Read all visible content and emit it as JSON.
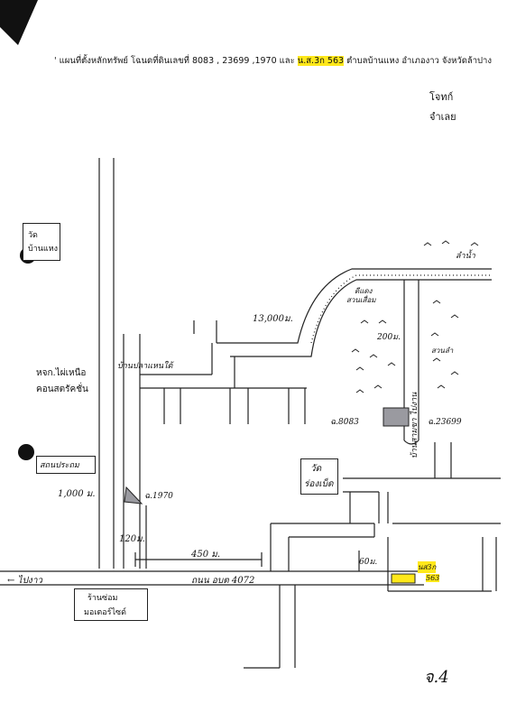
{
  "header": {
    "bullet": "'",
    "title_a": "แผนที่ตั้งหลักทรัพย์  โฉนดที่ดินเลขที่  8083 , 23699  ,1970 และ",
    "title_hl": "น.ส.3ก 563",
    "title_b": "ตำบลบ้านแหง  อำเภองาว  จังหวัดล้าปาง",
    "party1": "โจทก์",
    "party2": "จำเลย"
  },
  "labels": {
    "temple": [
      "วัด",
      "บ้านแหง"
    ],
    "store": [
      "หจก.ไผ่เหนือ",
      "คอนสตรัคชั่น"
    ],
    "school": "สถนประถม",
    "house_dist": "บ้านปลาแหนใต้",
    "dist_1000": "1,000 ม.",
    "dist_120": "120ม.",
    "dist_450": "450 ม.",
    "dist_60": "60ม.",
    "dist_13000": "13,000ม.",
    "dist_200": "200ม.",
    "rd_left": "← ไปงาว",
    "rd_name": "ถนน อบต 4072",
    "shop": [
      "ร้านซ่อม",
      "มอเตอร์ไซด์"
    ],
    "wat2": [
      "วัด",
      "ร่องเบ็ด"
    ],
    "village_rd": "บ้านสามขา ไปงาน",
    "parcel_1970": "ฉ.1970",
    "parcel_8083": "ฉ.8083",
    "parcel_23699": "ฉ.23699",
    "parcel_563": [
      "นส3ก",
      "563"
    ],
    "river": "ลำน้ำ",
    "field1": "ดีแดง",
    "field2": "สวนเสื่อม",
    "field3": "สวนลำ",
    "page_no": "จ.4"
  },
  "colors": {
    "highlight": "#ffe81a",
    "line": "#222222",
    "parcel_fill": "#9a9aa0"
  }
}
